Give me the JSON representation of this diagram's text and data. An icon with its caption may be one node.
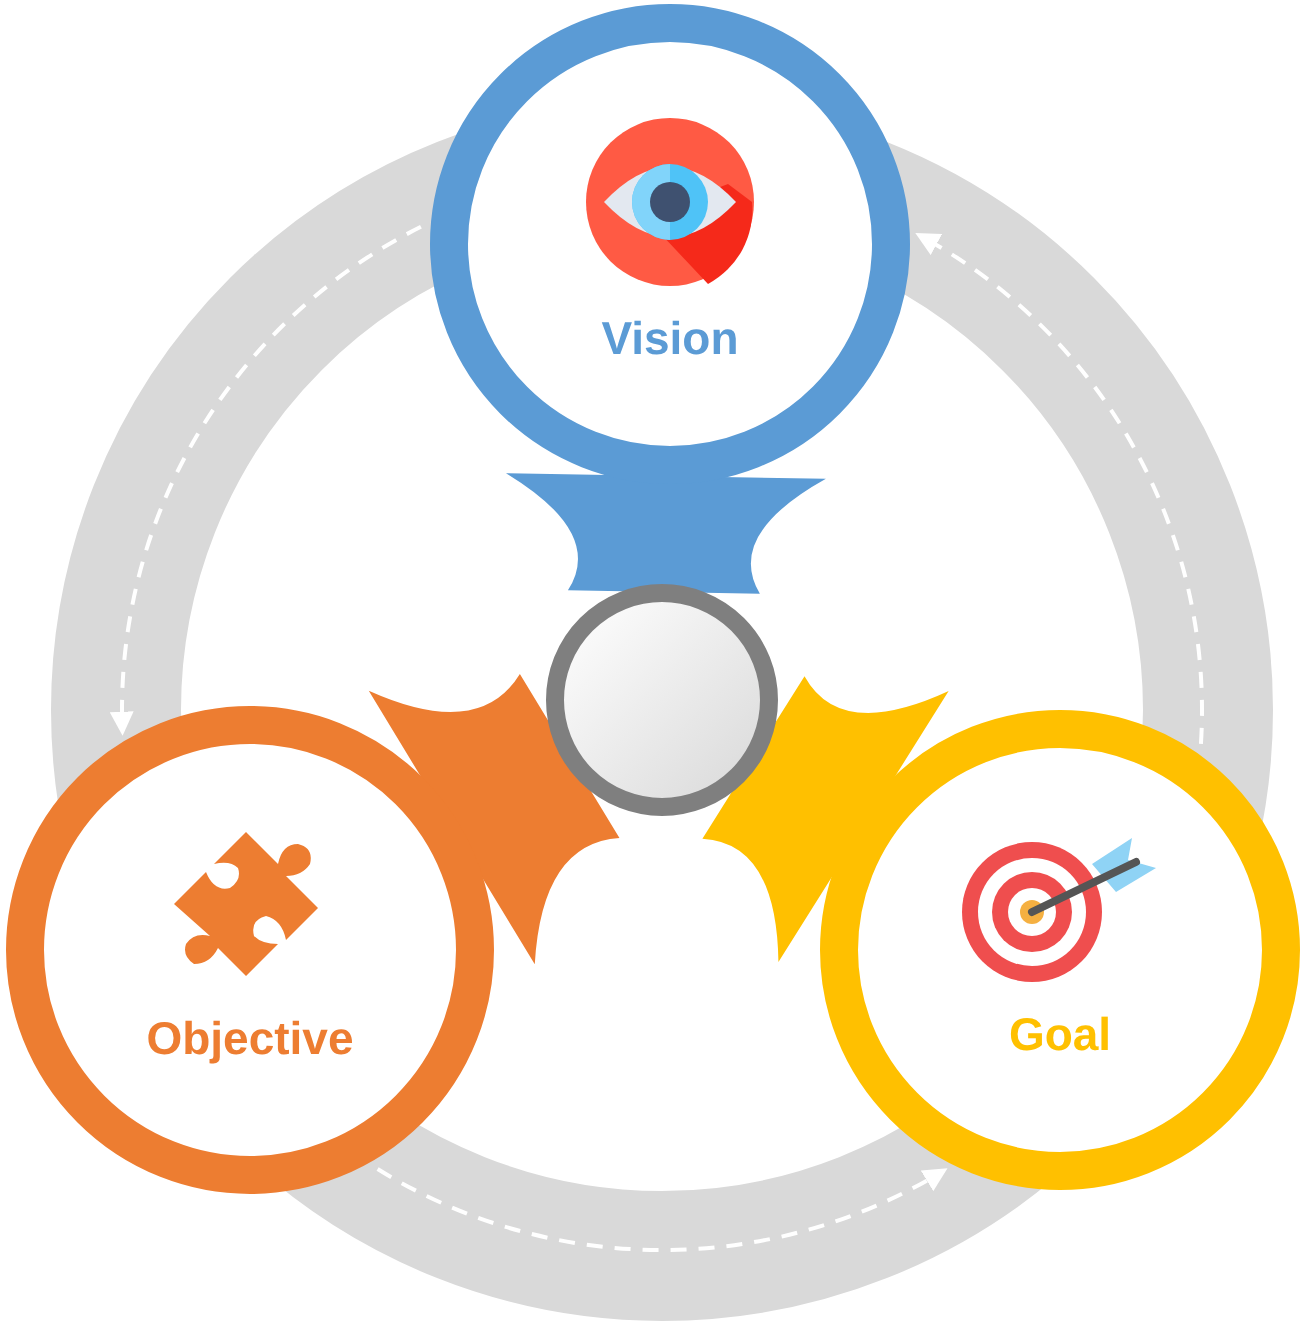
{
  "diagram": {
    "nodes": [
      {
        "text": [
          "Vision"
        ]
      },
      {
        "text": [
          "Objective"
        ]
      },
      {
        "text": [
          "Goal"
        ]
      },
      {
        "text": [],
        "shape": "circle"
      }
    ],
    "edges": [
      {
        "from": 2,
        "to": 0,
        "arrow": "to",
        "style": "dashed",
        "color": "#ffffff"
      },
      {
        "from": 0,
        "to": 1,
        "arrow": "to",
        "style": "dashed",
        "color": "#ffffff"
      },
      {
        "from": 1,
        "to": 2,
        "arrow": "to",
        "style": "dashed",
        "color": "#ffffff"
      },
      {
        "from": 3,
        "to": 0,
        "arrow": "none",
        "style": "thick",
        "color": "#5b9bd5"
      },
      {
        "from": 3,
        "to": 1,
        "arrow": "none",
        "style": "thick",
        "color": "#ed7d31"
      },
      {
        "from": 3,
        "to": 2,
        "arrow": "none",
        "style": "thick",
        "color": "#ffc000"
      }
    ]
  }
}
